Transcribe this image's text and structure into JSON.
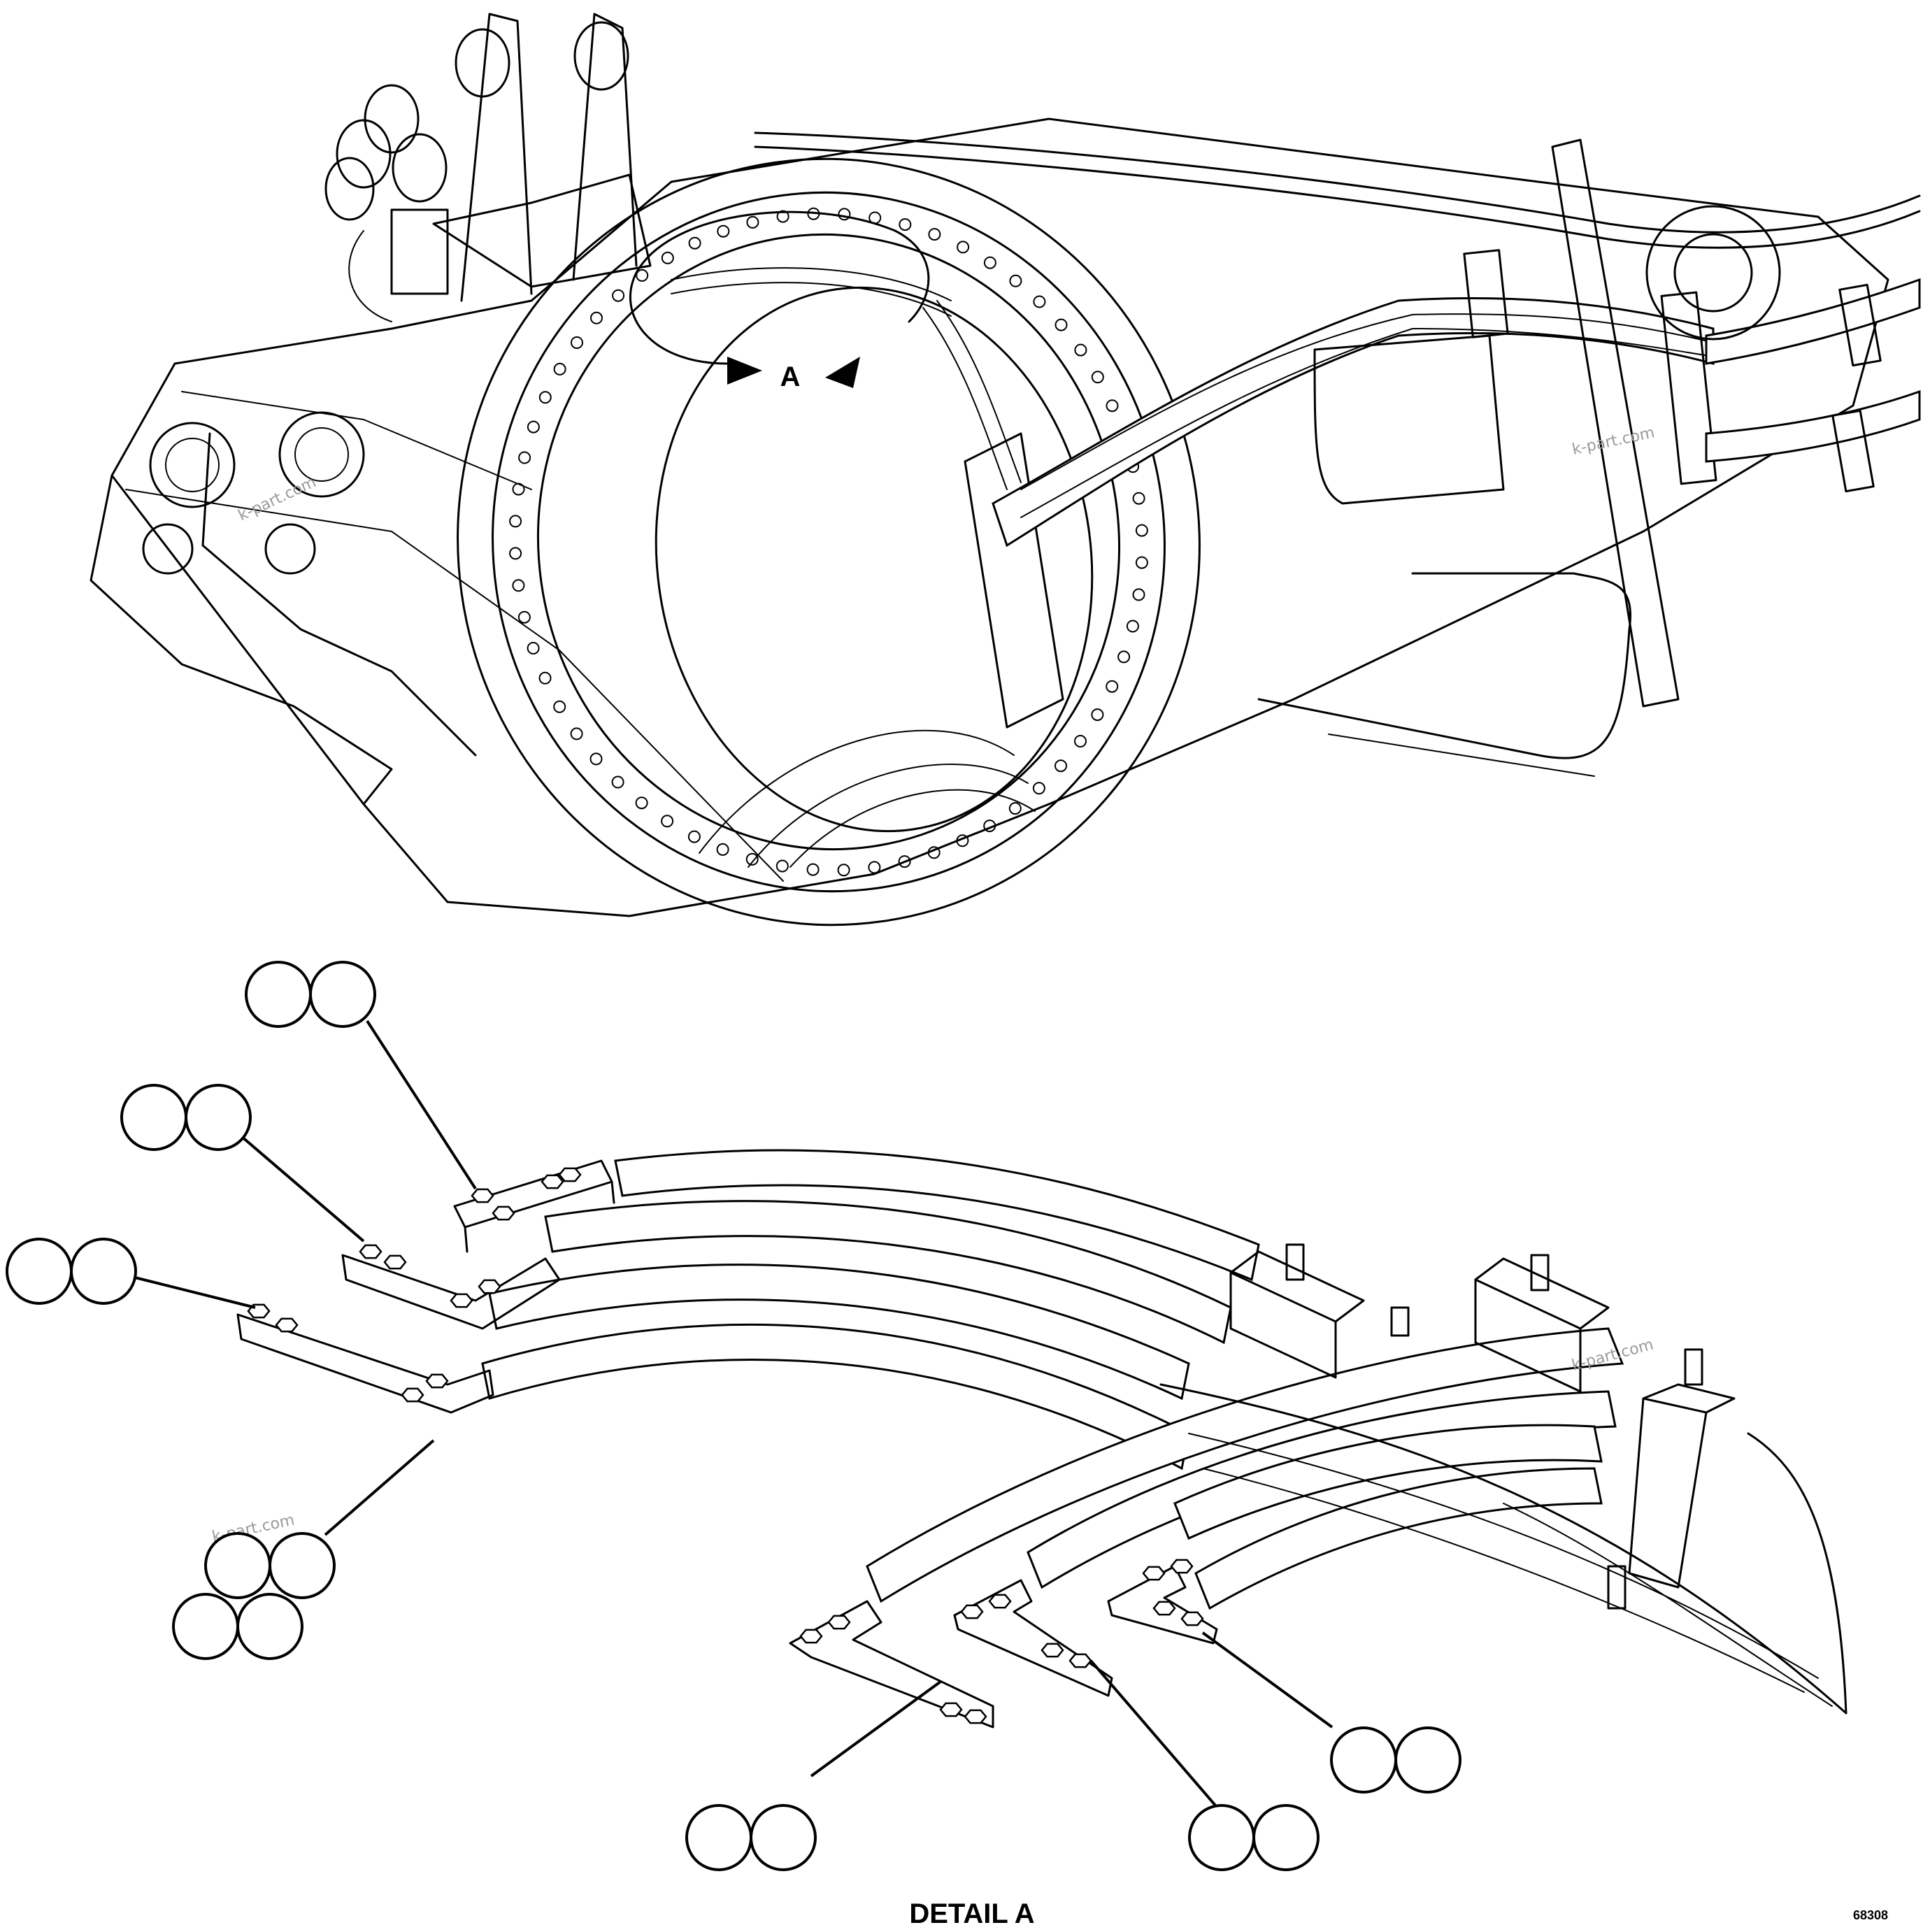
{
  "detail_marker": "A",
  "detail_caption": "DETAIL A",
  "drawing_number": "68308",
  "watermark": "k-part.com",
  "callout_groups": [
    {
      "id": "top-clamp",
      "bubble_count": 2
    },
    {
      "id": "second-clamp",
      "bubble_count": 2
    },
    {
      "id": "third-clamp",
      "bubble_count": 2
    },
    {
      "id": "bolt-set",
      "bubble_count": 4
    },
    {
      "id": "lower-left-clamp",
      "bubble_count": 2
    },
    {
      "id": "lower-middle-clamp",
      "bubble_count": 2
    },
    {
      "id": "lower-right-clamp",
      "bubble_count": 2
    }
  ]
}
